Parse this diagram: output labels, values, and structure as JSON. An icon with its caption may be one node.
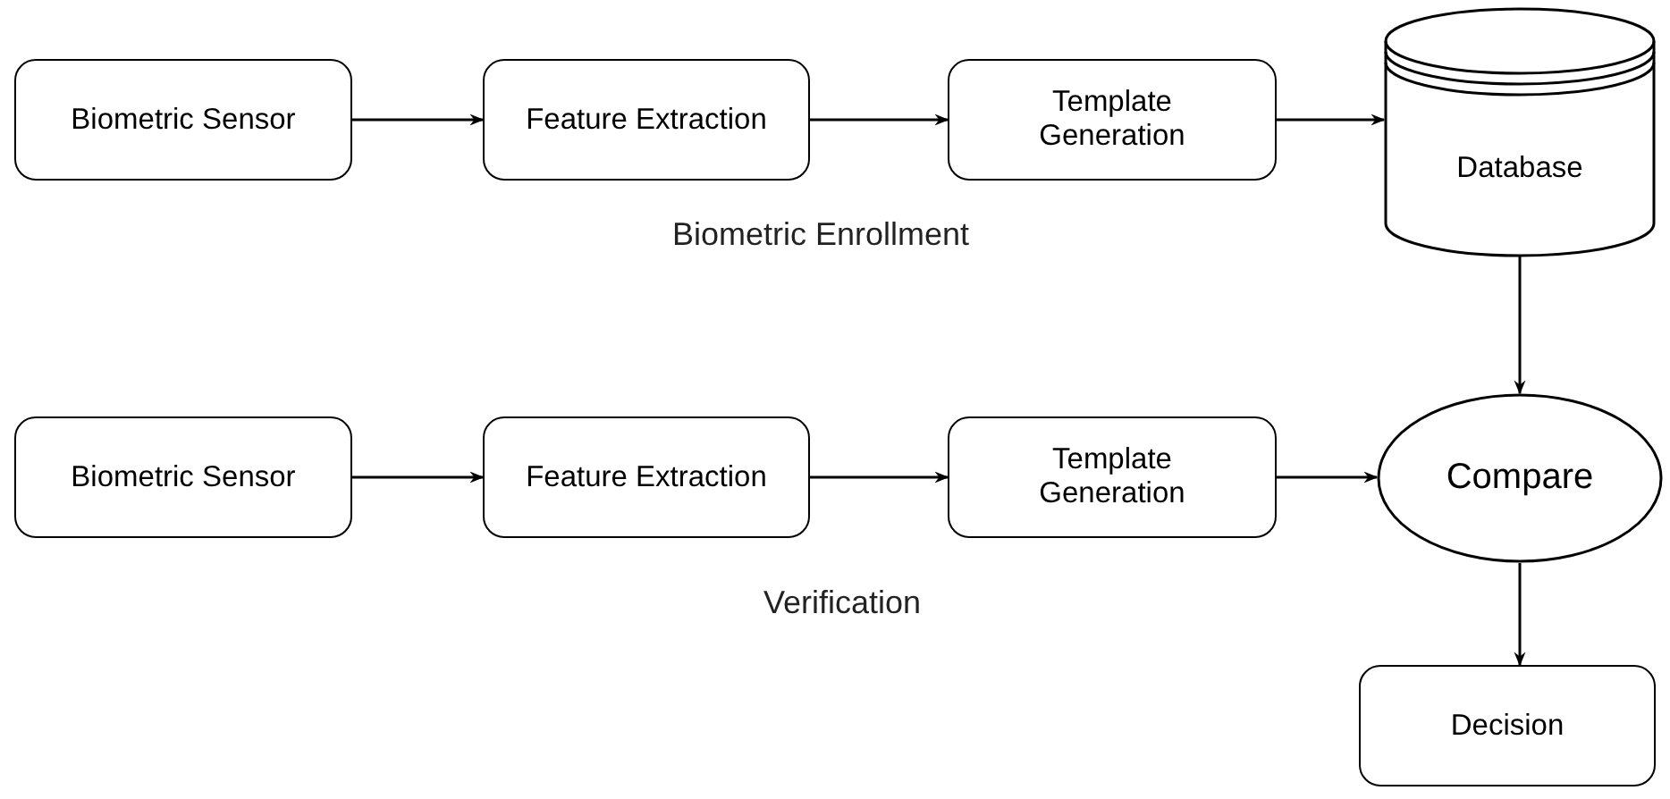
{
  "diagram": {
    "nodes": [
      {
        "text": [
          "Biometric Sensor"
        ]
      },
      {
        "text": [
          "Feature Extraction"
        ]
      },
      {
        "text": [
          "Template Generation"
        ]
      },
      {
        "text": [
          "Database"
        ]
      },
      {
        "text": [
          "Biometric Sensor"
        ]
      },
      {
        "text": [
          "Feature Extraction"
        ]
      },
      {
        "text": [
          "Template Generation"
        ]
      },
      {
        "text": [
          "Compare"
        ]
      },
      {
        "text": [
          "Decision"
        ]
      }
    ],
    "edges": [
      {
        "from": 0,
        "to": 1,
        "arrow": "to"
      },
      {
        "from": 1,
        "to": 2,
        "arrow": "to"
      },
      {
        "from": 2,
        "to": 3,
        "arrow": "to"
      },
      {
        "from": 3,
        "to": 7,
        "arrow": "to"
      },
      {
        "from": 4,
        "to": 5,
        "arrow": "to"
      },
      {
        "from": 5,
        "to": 6,
        "arrow": "to"
      },
      {
        "from": 6,
        "to": 7,
        "arrow": "to"
      },
      {
        "from": 7,
        "to": 8,
        "arrow": "to"
      }
    ],
    "labels": [
      "Biometric Enrollment",
      "Verification"
    ]
  }
}
